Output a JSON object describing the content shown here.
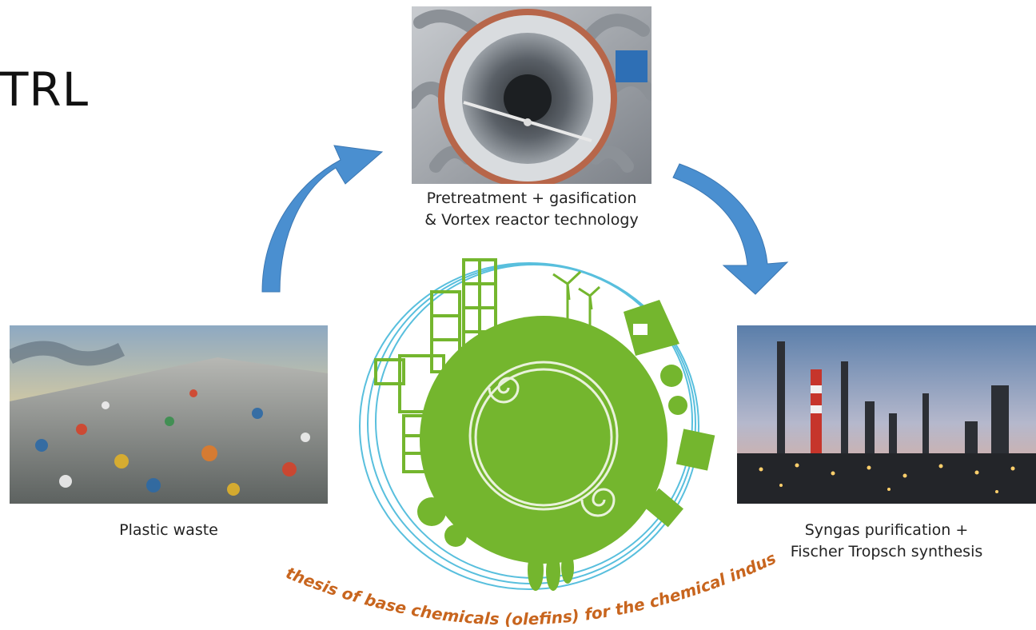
{
  "header": {
    "title_fragment": "TRL"
  },
  "steps": {
    "reactor": {
      "caption_line1": "Pretreatment + gasification",
      "caption_line2": "& Vortex reactor technology"
    },
    "waste": {
      "caption": "Plastic waste"
    },
    "refinery": {
      "caption_line1": "Syngas purification +",
      "caption_line2": "Fischer Tropsch synthesis"
    }
  },
  "center": {
    "arc_label": "Synthesis of base chemicals (olefins) for the chemical industry"
  },
  "colors": {
    "arrow": "#4a8fd0",
    "globe": "#74b62e",
    "arc_text": "#c8651e",
    "ring": "#3cb4d8"
  }
}
